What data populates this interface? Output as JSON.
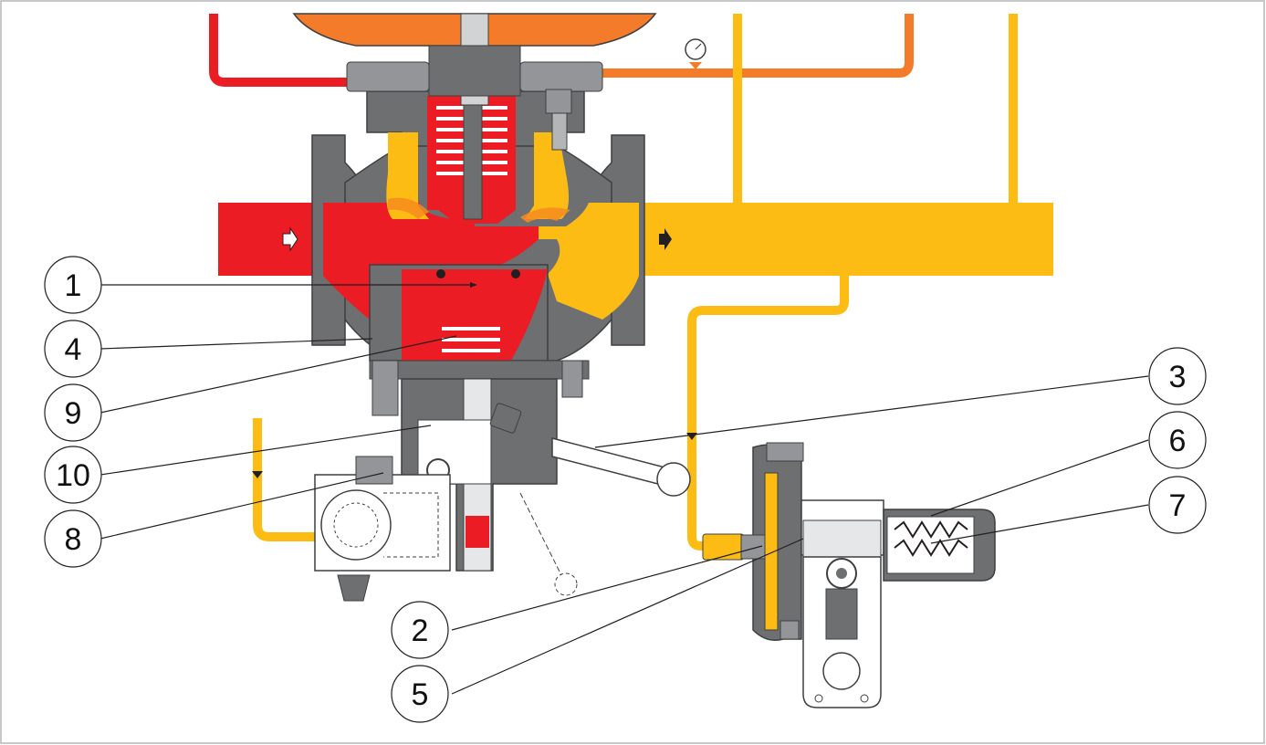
{
  "colors": {
    "inlet": "#ec1c24",
    "outlet": "#fcbc14",
    "pilot_pressure": "#f47b2a",
    "body": "#6d6f71",
    "body_dark": "#3e3f41",
    "frame": "#b3b5b7"
  },
  "flow_arrows": {
    "inlet_arrow": "inlet-flow-arrow-icon",
    "outlet_arrow": "outlet-flow-arrow-icon"
  },
  "icons": {
    "gauge": "pressure-gauge-icon"
  },
  "callouts": [
    {
      "id": "1",
      "label": "1"
    },
    {
      "id": "4",
      "label": "4"
    },
    {
      "id": "9",
      "label": "9"
    },
    {
      "id": "10",
      "label": "10"
    },
    {
      "id": "8",
      "label": "8"
    },
    {
      "id": "3",
      "label": "3"
    },
    {
      "id": "6",
      "label": "6"
    },
    {
      "id": "7",
      "label": "7"
    },
    {
      "id": "2",
      "label": "2"
    },
    {
      "id": "5",
      "label": "5"
    }
  ]
}
